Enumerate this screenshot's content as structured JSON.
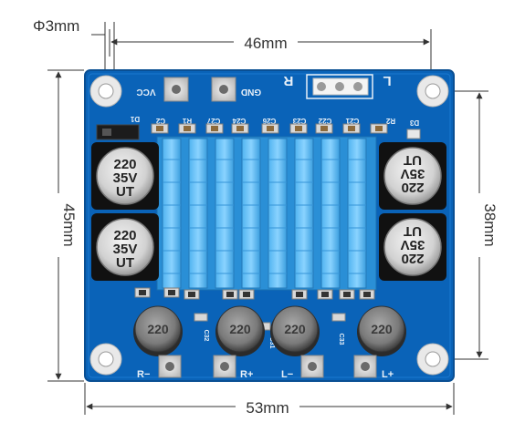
{
  "dimensions": {
    "hole": "Φ3mm",
    "top_spacing": "46mm",
    "total_width": "53mm",
    "total_height": "45mm",
    "hole_spacing_vertical": "38mm"
  },
  "board": {
    "color": "#0a63b8",
    "header_labels": {
      "left": "R",
      "right": "L"
    },
    "pads": {
      "vcc": "VCC",
      "gnd": "GND"
    },
    "outputs": {
      "r_minus": "R−",
      "r_plus": "R+",
      "l_minus": "L−",
      "l_plus": "L+"
    },
    "component_labels": {
      "c2": "C2",
      "r1": "R1",
      "c27": "C27",
      "c24": "C24",
      "c26": "C26",
      "c23": "C23",
      "c22": "C22",
      "c21": "C21",
      "r2": "R2",
      "d1": "D1",
      "d3": "D3",
      "c32": "C32",
      "c31": "C31",
      "c33": "C33"
    },
    "capacitors": [
      {
        "lines": [
          "220",
          "35V",
          "UT"
        ]
      },
      {
        "lines": [
          "220",
          "35V",
          "UT"
        ]
      },
      {
        "lines": [
          "220",
          "35V",
          "UT"
        ]
      },
      {
        "lines": [
          "220",
          "35V",
          "UT"
        ]
      }
    ],
    "inductors": [
      {
        "value": "220"
      },
      {
        "value": "220"
      },
      {
        "value": "220"
      },
      {
        "value": "220"
      }
    ]
  }
}
